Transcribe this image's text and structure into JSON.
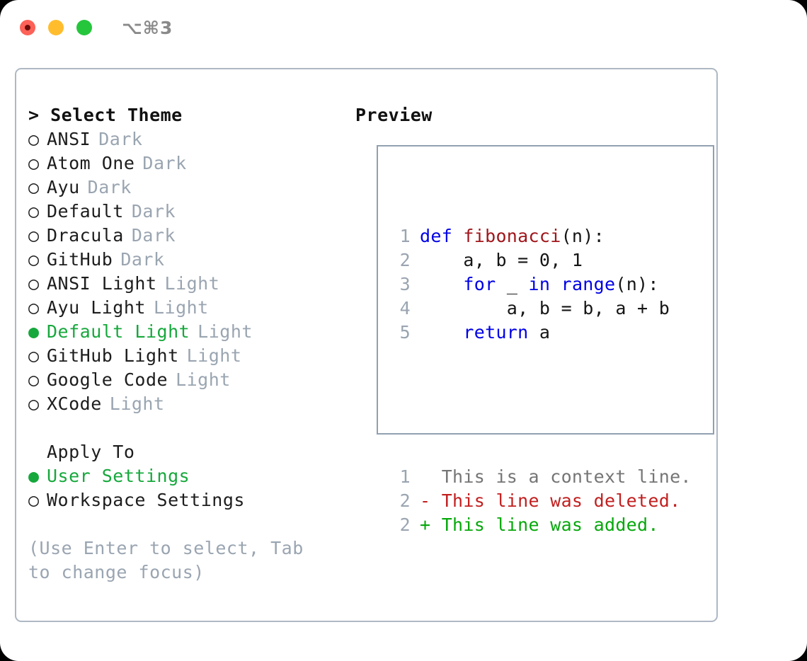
{
  "titlebar": {
    "shortcut": "⌥⌘3",
    "lights": [
      {
        "name": "close",
        "color": "#fd6157"
      },
      {
        "name": "minimize",
        "color": "#ffbd2e"
      },
      {
        "name": "maximize",
        "color": "#25c63c"
      }
    ]
  },
  "theme_picker": {
    "title": "> Select Theme",
    "options": [
      {
        "bullet": "○",
        "label": "ANSI",
        "tag": "Dark",
        "selected": false
      },
      {
        "bullet": "○",
        "label": "Atom One",
        "tag": "Dark",
        "selected": false
      },
      {
        "bullet": "○",
        "label": "Ayu",
        "tag": "Dark",
        "selected": false
      },
      {
        "bullet": "○",
        "label": "Default",
        "tag": "Dark",
        "selected": false
      },
      {
        "bullet": "○",
        "label": "Dracula",
        "tag": "Dark",
        "selected": false
      },
      {
        "bullet": "○",
        "label": "GitHub",
        "tag": "Dark",
        "selected": false
      },
      {
        "bullet": "○",
        "label": "ANSI Light",
        "tag": "Light",
        "selected": false
      },
      {
        "bullet": "○",
        "label": "Ayu Light",
        "tag": "Light",
        "selected": false
      },
      {
        "bullet": "●",
        "label": "Default Light",
        "tag": "Light",
        "selected": true
      },
      {
        "bullet": "○",
        "label": "GitHub Light",
        "tag": "Light",
        "selected": false
      },
      {
        "bullet": "○",
        "label": "Google Code",
        "tag": "Light",
        "selected": false
      },
      {
        "bullet": "○",
        "label": "XCode",
        "tag": "Light",
        "selected": false
      }
    ]
  },
  "apply_to": {
    "heading": "Apply To",
    "options": [
      {
        "bullet": "●",
        "label": "User Settings",
        "selected": true
      },
      {
        "bullet": "○",
        "label": "Workspace Settings",
        "selected": false
      }
    ]
  },
  "hint": "(Use Enter to select, Tab to change focus)",
  "preview": {
    "title": "Preview",
    "code_lines": [
      {
        "num": "1",
        "tokens": [
          {
            "t": "def ",
            "c": "kw"
          },
          {
            "t": "fibonacci",
            "c": "fn"
          },
          {
            "t": "(n):",
            "c": "plain"
          }
        ]
      },
      {
        "num": "2",
        "tokens": [
          {
            "t": "    a, b = 0, 1",
            "c": "plain"
          }
        ]
      },
      {
        "num": "3",
        "tokens": [
          {
            "t": "    ",
            "c": "plain"
          },
          {
            "t": "for",
            "c": "kw"
          },
          {
            "t": " _ ",
            "c": "plain"
          },
          {
            "t": "in",
            "c": "kw"
          },
          {
            "t": " ",
            "c": "plain"
          },
          {
            "t": "range",
            "c": "kw"
          },
          {
            "t": "(n):",
            "c": "plain"
          }
        ]
      },
      {
        "num": "4",
        "tokens": [
          {
            "t": "        a, b = b, a + b",
            "c": "plain"
          }
        ]
      },
      {
        "num": "5",
        "tokens": [
          {
            "t": "    ",
            "c": "plain"
          },
          {
            "t": "return",
            "c": "kw"
          },
          {
            "t": " a",
            "c": "plain"
          }
        ]
      }
    ],
    "diff_lines": [
      {
        "num": "1",
        "marker": "  ",
        "text": "This is a context line.",
        "kind": "ctx"
      },
      {
        "num": "2",
        "marker": "- ",
        "text": "This line was deleted.",
        "kind": "del"
      },
      {
        "num": "2",
        "marker": "+ ",
        "text": "This line was added.",
        "kind": "add"
      }
    ]
  },
  "colors": {
    "accent_green": "#16a83c",
    "muted": "#9aa5b1",
    "keyword_blue": "#0000e6",
    "function_red": "#a0161b",
    "diff_delete": "#c21f1f",
    "diff_add": "#06a80b",
    "border": "#aeb8c4"
  }
}
